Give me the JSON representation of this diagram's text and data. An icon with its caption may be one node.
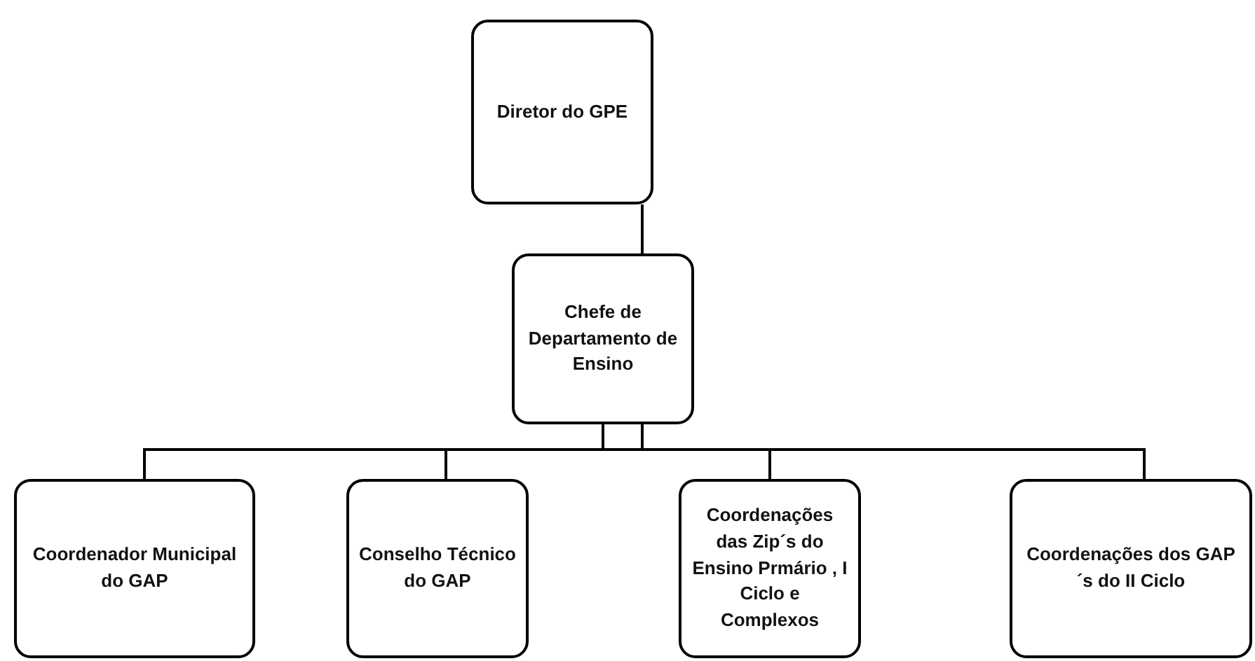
{
  "diagram": {
    "nodes": [
      {
        "text": [
          "Diretor do GPE"
        ]
      },
      {
        "text": [
          "Chefe de Departamento de Ensino"
        ]
      },
      {
        "text": [
          "Coordenador Municipal do GAP"
        ]
      },
      {
        "text": [
          "Conselho Técnico do GAP"
        ]
      },
      {
        "text": [
          "Coordenações das Zip´s do Ensino Prmário , I Ciclo e Complexos"
        ]
      },
      {
        "text": [
          "Coordenações dos GAP´s do II Ciclo"
        ]
      }
    ],
    "edges": [
      {
        "from": 0,
        "to": 1,
        "arrow": "none"
      },
      {
        "from": 1,
        "to": 2,
        "arrow": "none"
      },
      {
        "from": 1,
        "to": 3,
        "arrow": "none"
      },
      {
        "from": 1,
        "to": 4,
        "arrow": "none"
      },
      {
        "from": 1,
        "to": 5,
        "arrow": "none"
      }
    ]
  }
}
